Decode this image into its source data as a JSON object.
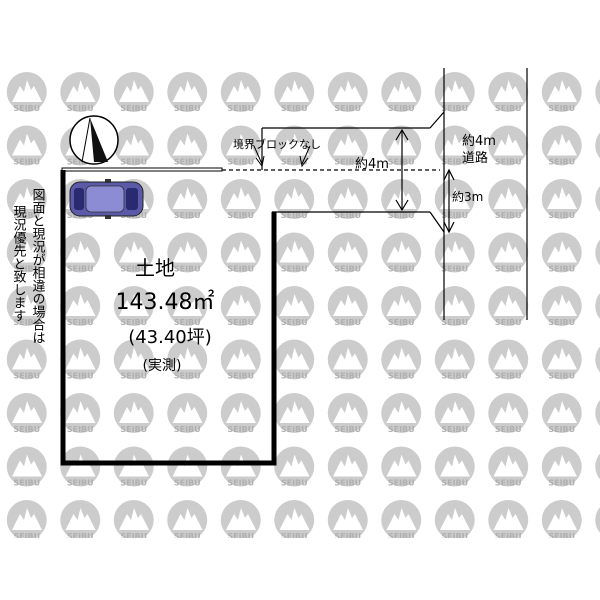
{
  "watermark": {
    "text": "SEIBU",
    "color": "#c9c9c9"
  },
  "land": {
    "label": "土地",
    "area_sqm": "143.48㎡",
    "area_tsubo": "(43.40坪)",
    "survey": "(実測)"
  },
  "road": {
    "width_label": "約4m",
    "name": "道路"
  },
  "annotations": {
    "boundary_note": "境界ブロックなし",
    "access_width": "約4m",
    "road_offset": "約3m"
  },
  "side_note": {
    "columns": [
      "図面と現況が相違の場合は",
      "現況優先と致します"
    ]
  },
  "icons": {
    "compass": "north-arrow-icon",
    "car": "car-icon"
  }
}
